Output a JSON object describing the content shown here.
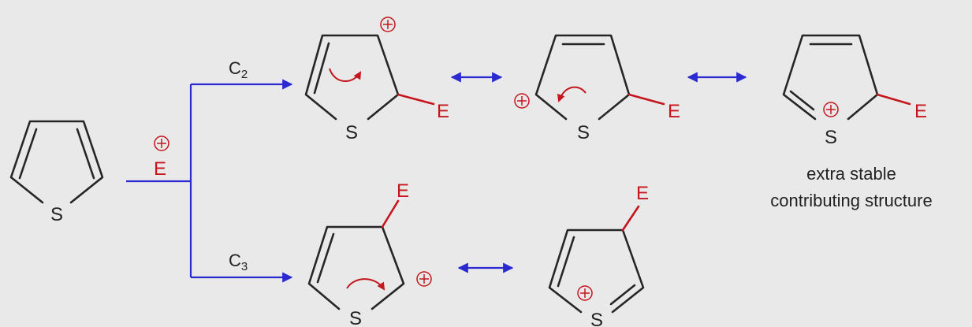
{
  "reagent": {
    "symbol": "E",
    "charge": "+"
  },
  "atoms": {
    "sulfur": "S",
    "electrophile": "E"
  },
  "branches": {
    "c2": {
      "letter": "C",
      "subscript": "2"
    },
    "c3": {
      "letter": "C",
      "subscript": "3"
    }
  },
  "note": {
    "line1": "extra stable",
    "line2": "contributing structure"
  },
  "colors": {
    "bond": "#262626",
    "electrophile": "#c4161c",
    "path": "#2a2ad0",
    "background": "#e9e9e9"
  }
}
